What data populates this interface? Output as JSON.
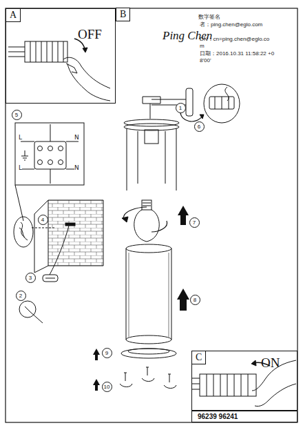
{
  "diagram": {
    "nodes": [
      {
        "text": [
          "A",
          "OFF"
        ]
      },
      {
        "text": [
          "B"
        ]
      },
      {
        "text": [
          "1"
        ]
      },
      {
        "text": [
          "6"
        ]
      },
      {
        "text": [
          "5"
        ]
      },
      {
        "text": [
          "7"
        ]
      },
      {
        "text": [
          "4"
        ]
      },
      {
        "text": [
          "3"
        ]
      },
      {
        "text": [
          "2"
        ]
      },
      {
        "text": [
          "8"
        ]
      },
      {
        "text": [
          "9"
        ]
      },
      {
        "text": [
          "10"
        ]
      },
      {
        "text": [
          "C",
          "ON"
        ]
      },
      {
        "text": [
          "96239 96241"
        ]
      }
    ],
    "labels": [
      "数字签名",
      "者：ping.chen@eglo.com",
      "DN：cn=ping.chen@eglo.com",
      "日期：2016.10.31 11:58:22 +08'00'",
      "Ping Chen",
      "L",
      "N",
      "L",
      "N"
    ]
  }
}
